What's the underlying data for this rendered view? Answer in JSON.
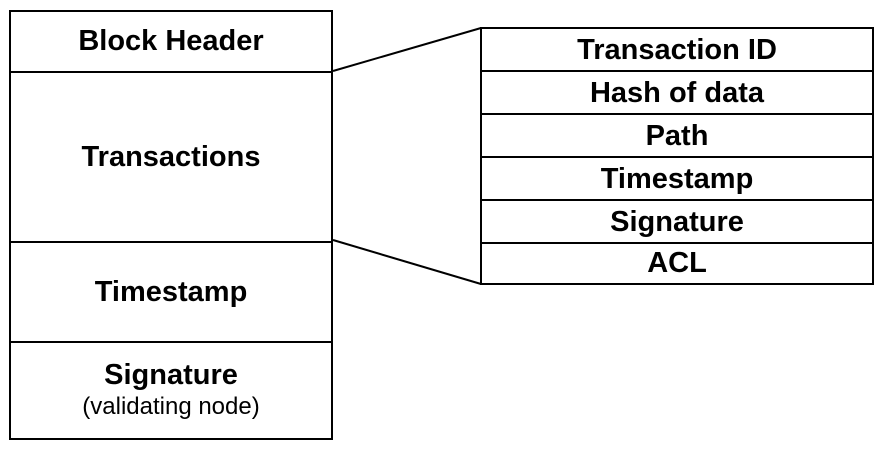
{
  "block": {
    "cells": [
      {
        "label": "Block Header"
      },
      {
        "label": "Transactions"
      },
      {
        "label": "Timestamp"
      },
      {
        "label": "Signature",
        "sublabel": "(validating node)"
      }
    ]
  },
  "transaction": {
    "fields": [
      "Transaction ID",
      "Hash of data",
      "Path",
      "Timestamp",
      "Signature",
      "ACL"
    ]
  }
}
